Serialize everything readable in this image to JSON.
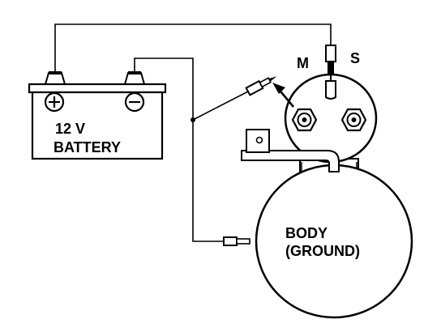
{
  "battery": {
    "voltage_label": "12 V",
    "name_label": "BATTERY"
  },
  "terminals": {
    "m_label": "M",
    "s_label": "S"
  },
  "body": {
    "line1": "BODY",
    "line2": "(GROUND)"
  },
  "colors": {
    "ink": "#000000",
    "paper": "#ffffff"
  }
}
